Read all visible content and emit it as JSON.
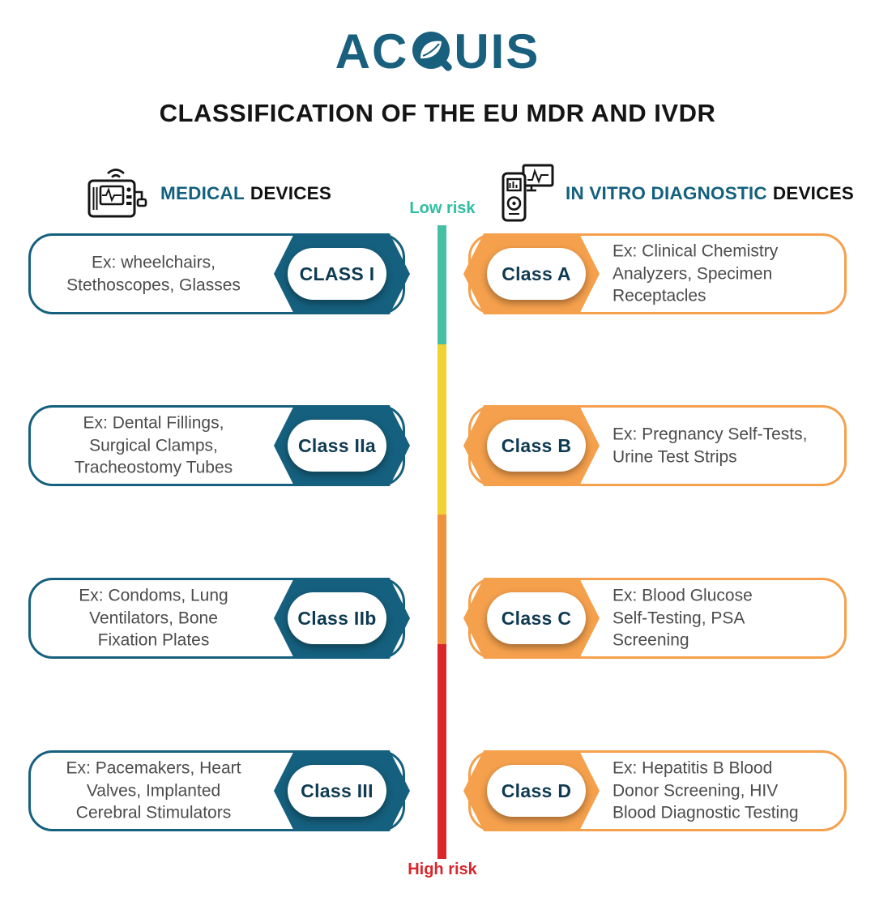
{
  "logo": {
    "brand": "ACQUIS",
    "part1": "AC",
    "part2": "UIS",
    "color": "#19607E"
  },
  "title": "CLASSIFICATION OF  THE EU MDR AND IVDR",
  "risk_scale": {
    "low_label": "Low risk",
    "high_label": "High risk",
    "low_label_color": "#2EBEA1",
    "high_label_color": "#D8262C",
    "segment_colors": [
      "#45C0A5",
      "#F0D230",
      "#F0923D",
      "#D8262C"
    ]
  },
  "medical": {
    "heading_highlight": "MEDICAL",
    "heading_rest": "DEVICES",
    "accent_color": "#15607E",
    "rows": [
      {
        "example": "Ex: wheelchairs,\nStethoscopes, Glasses",
        "class_label": "CLASS I"
      },
      {
        "example": "Ex: Dental Fillings,\nSurgical Clamps,\nTracheostomy Tubes",
        "class_label": "Class IIa"
      },
      {
        "example": "Ex: Condoms, Lung\nVentilators, Bone\nFixation Plates",
        "class_label": "Class IIb"
      },
      {
        "example": "Ex: Pacemakers, Heart\nValves, Implanted\nCerebral Stimulators",
        "class_label": "Class III"
      }
    ]
  },
  "ivd": {
    "heading_highlight": "IN VITRO DIAGNOSTIC",
    "heading_rest": "DEVICES",
    "accent_color": "#F5A04C",
    "rows": [
      {
        "class_label": "Class A",
        "example": "Ex: Clinical Chemistry\nAnalyzers, Specimen\nReceptacles"
      },
      {
        "class_label": "Class B",
        "example": "Ex: Pregnancy Self-Tests,\nUrine Test Strips"
      },
      {
        "class_label": "Class C",
        "example": "Ex: Blood Glucose\nSelf-Testing, PSA\nScreening"
      },
      {
        "class_label": "Class D",
        "example": "Ex: Hepatitis B Blood\nDonor Screening, HIV\nBlood Diagnostic Testing"
      }
    ]
  }
}
